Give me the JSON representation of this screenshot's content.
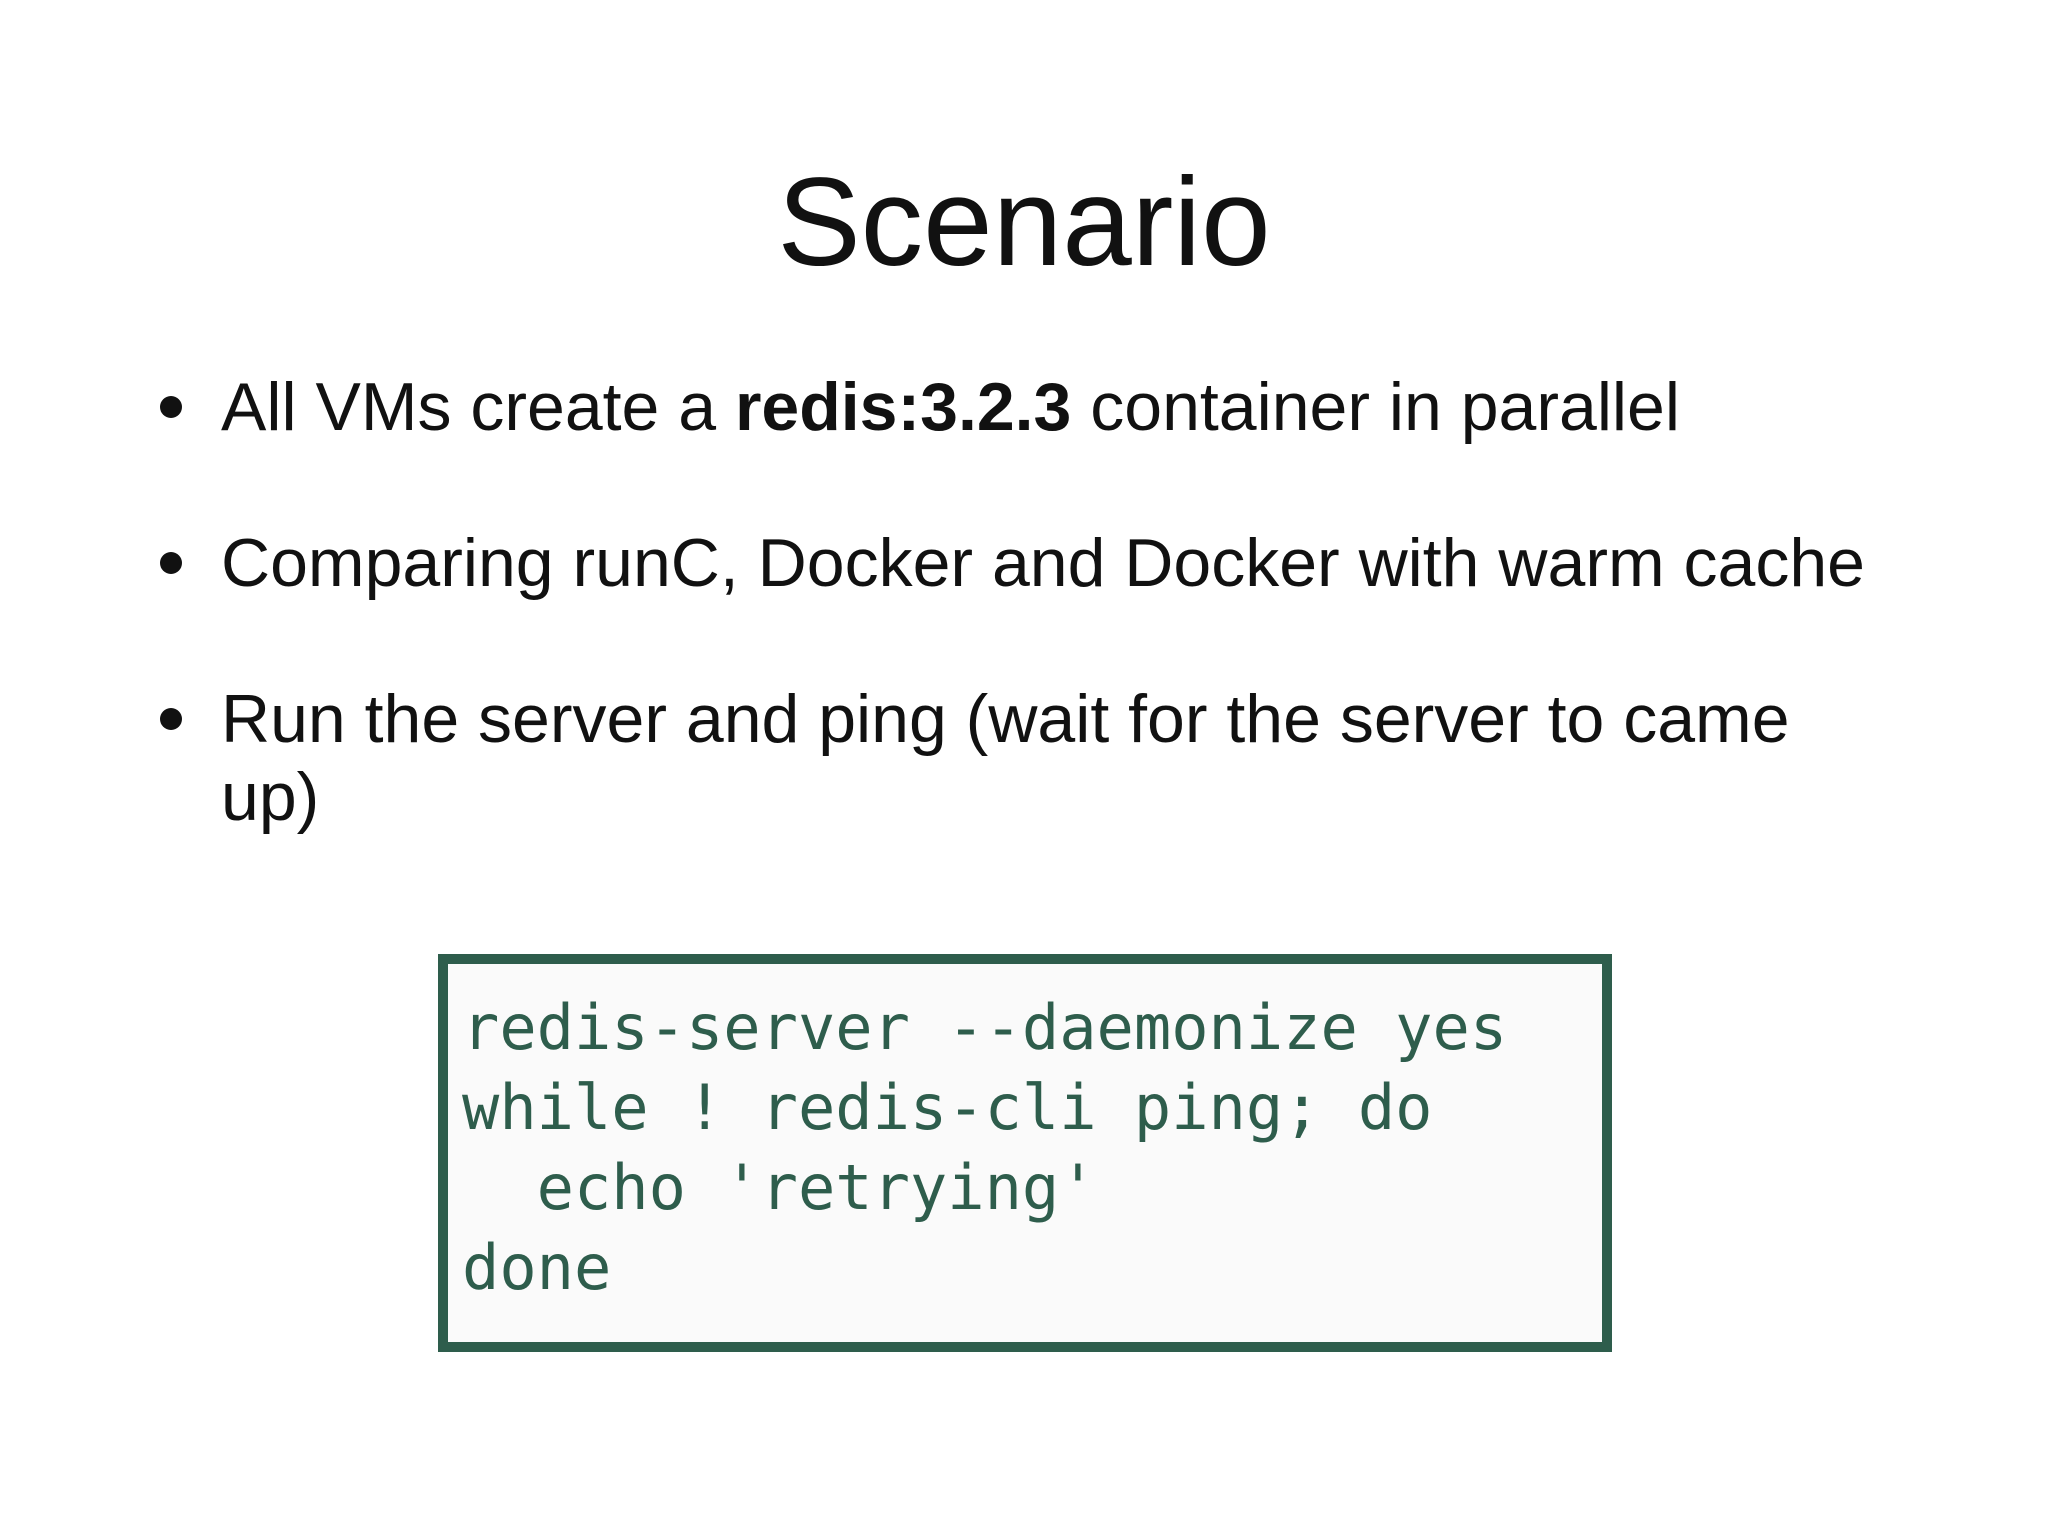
{
  "slide": {
    "title": "Scenario",
    "bullets": [
      {
        "prefix": "All VMs create a ",
        "bold": "redis:3.2.3",
        "suffix": " container in parallel"
      },
      {
        "text": "Comparing runC, Docker and Docker with warm cache"
      },
      {
        "text": "Run the server and ping (wait for the server to came\nup)"
      }
    ],
    "code_block": {
      "lines": [
        "redis-server --daemonize yes",
        "while ! redis-cli ping; do",
        "  echo 'retrying'",
        "done"
      ]
    },
    "colors": {
      "text": "#111111",
      "code_green": "#2e5d4c",
      "code_background": "#fafafa",
      "slide_background": "#ffffff"
    }
  }
}
